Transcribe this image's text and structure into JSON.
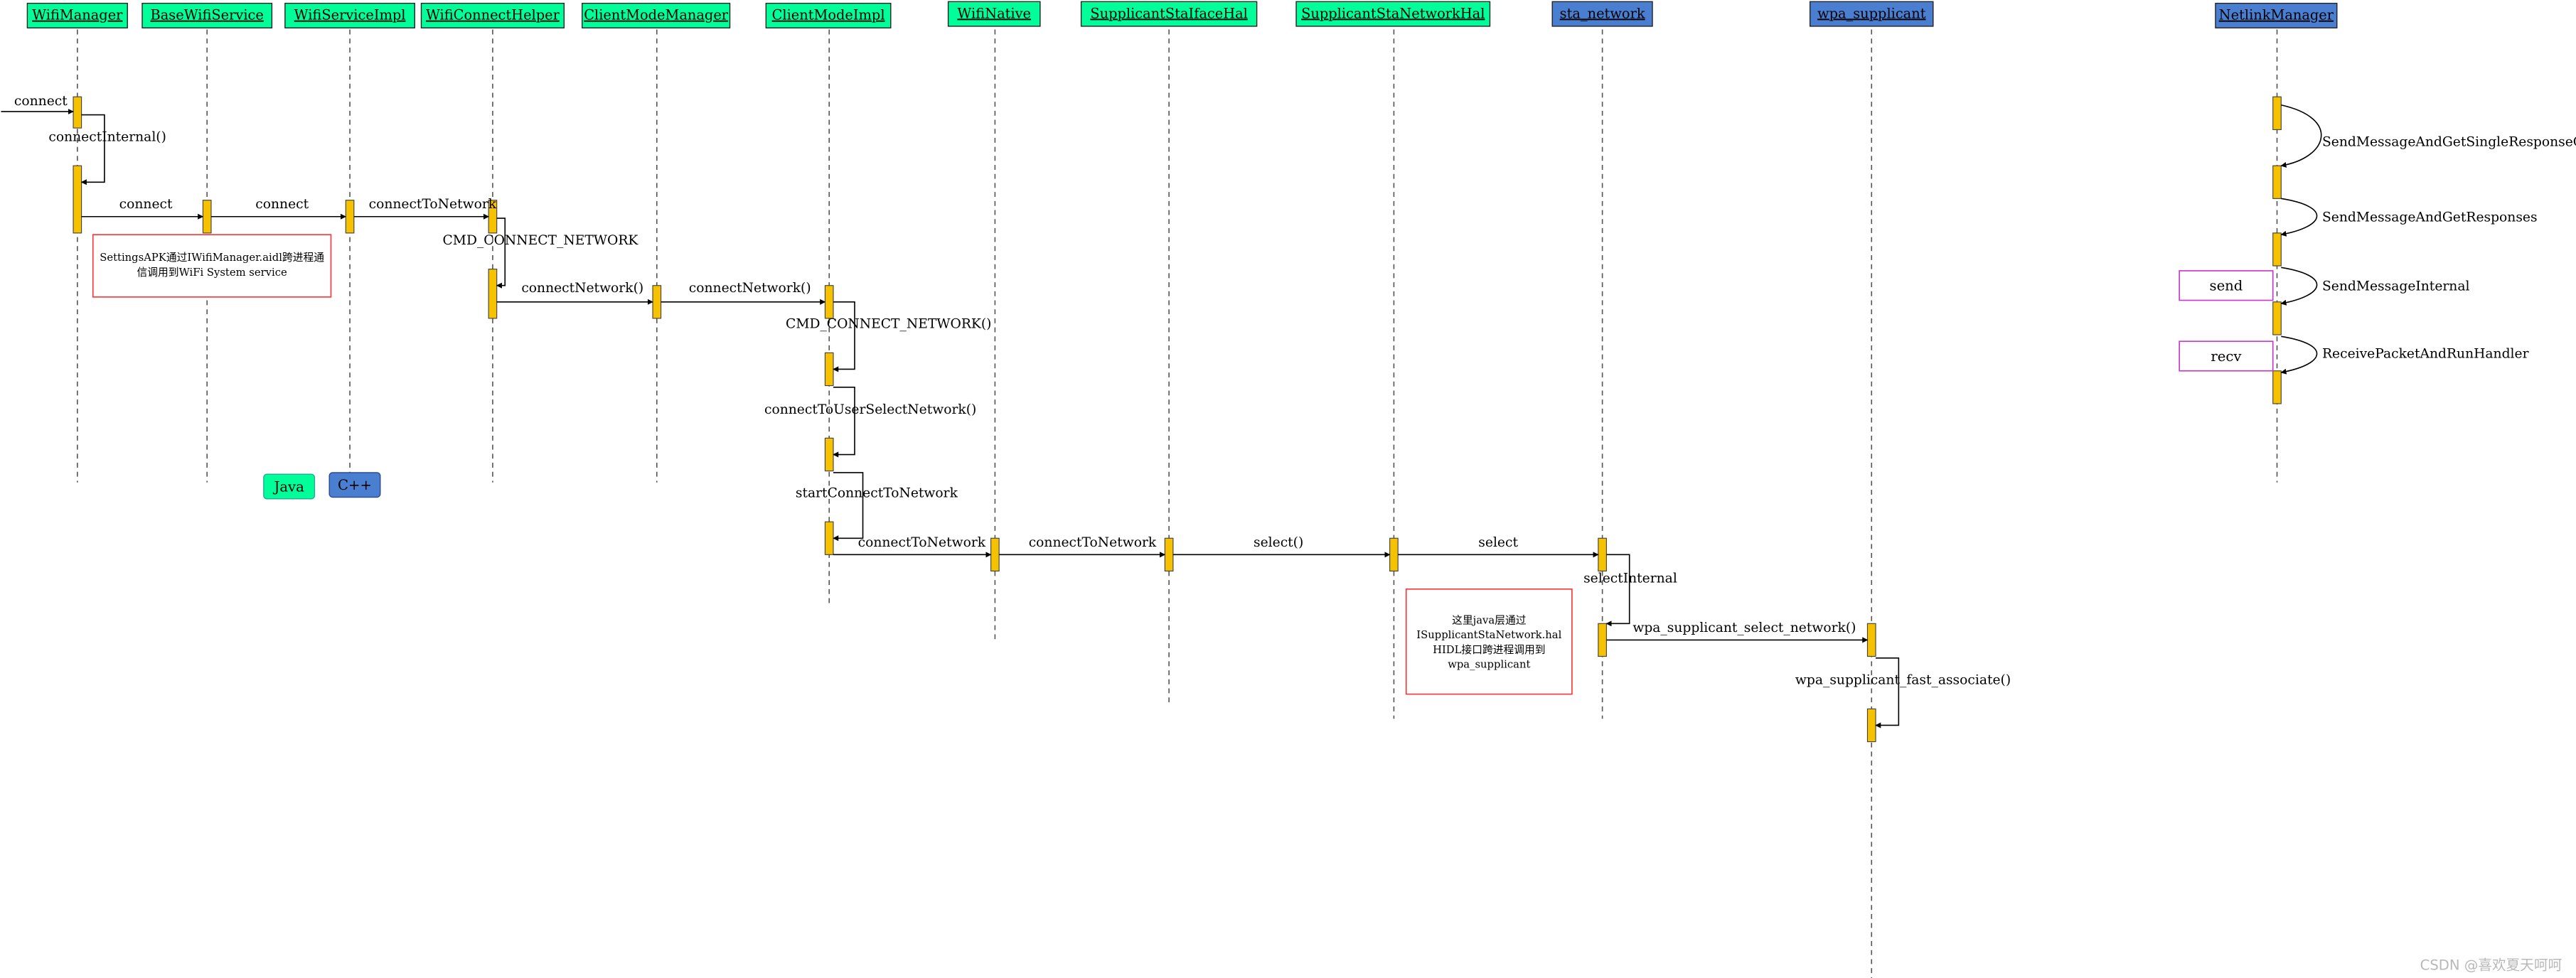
{
  "colors": {
    "java_box": "#00ff99",
    "native_box": "#4a7ed0",
    "activation": "#f6c200",
    "note_border": "#ff3333",
    "netlink_note_border": "#cc33cc",
    "line": "#000000"
  },
  "participants": [
    {
      "id": "wifi_manager",
      "label": "WifiManager",
      "kind": "java"
    },
    {
      "id": "base_wifi_service",
      "label": "BaseWifiService",
      "kind": "java"
    },
    {
      "id": "wifi_service_impl",
      "label": "WifiServiceImpl",
      "kind": "java"
    },
    {
      "id": "wifi_connect_helper",
      "label": "WifiConnectHelper",
      "kind": "java"
    },
    {
      "id": "client_mode_manager",
      "label": "ClientModeManager",
      "kind": "java"
    },
    {
      "id": "client_mode_impl",
      "label": "ClientModeImpl",
      "kind": "java"
    },
    {
      "id": "wifi_native",
      "label": "WifiNative",
      "kind": "java"
    },
    {
      "id": "supplicant_sta_iface_hal",
      "label": "SupplicantStaIfaceHal",
      "kind": "java"
    },
    {
      "id": "supplicant_sta_network_hal",
      "label": "SupplicantStaNetworkHal",
      "kind": "java"
    },
    {
      "id": "sta_network",
      "label": "sta_network",
      "kind": "native"
    },
    {
      "id": "wpa_supplicant",
      "label": "wpa_supplicant",
      "kind": "native"
    },
    {
      "id": "netlink_manager",
      "label": "NetlinkManager",
      "kind": "native"
    }
  ],
  "messages": [
    {
      "id": "m_connect_in",
      "label": "connect"
    },
    {
      "id": "m_connect_internal",
      "label": "connectInternal()"
    },
    {
      "id": "m_connect_1",
      "label": "connect"
    },
    {
      "id": "m_connect_2",
      "label": "connect"
    },
    {
      "id": "m_connect_to_network_1",
      "label": "connectToNetwork"
    },
    {
      "id": "m_cmd_connect_network_1",
      "label": "CMD_CONNECT_NETWORK"
    },
    {
      "id": "m_connect_network_1",
      "label": "connectNetwork()"
    },
    {
      "id": "m_connect_network_2",
      "label": "connectNetwork()"
    },
    {
      "id": "m_cmd_connect_network_2",
      "label": "CMD_CONNECT_NETWORK()"
    },
    {
      "id": "m_connect_to_user_select",
      "label": "connectToUserSelectNetwork()"
    },
    {
      "id": "m_start_connect_to_network",
      "label": "startConnectToNetwork"
    },
    {
      "id": "m_connect_to_network_2",
      "label": "connectToNetwork"
    },
    {
      "id": "m_connect_to_network_3",
      "label": "connectToNetwork"
    },
    {
      "id": "m_select_call",
      "label": "select()"
    },
    {
      "id": "m_select",
      "label": "select"
    },
    {
      "id": "m_select_internal",
      "label": "selectInternal"
    },
    {
      "id": "m_wpa_select_network",
      "label": "wpa_supplicant_select_network()"
    },
    {
      "id": "m_wpa_fast_associate",
      "label": "wpa_supplicant_fast_associate()"
    },
    {
      "id": "m_send_single",
      "label": "SendMessageAndGetSingleResponseOrError"
    },
    {
      "id": "m_send_responses",
      "label": "SendMessageAndGetResponses"
    },
    {
      "id": "m_send_internal",
      "label": "SendMessageInternal"
    },
    {
      "id": "m_receive_packet",
      "label": "ReceivePacketAndRunHandler"
    }
  ],
  "notes": {
    "aidl": [
      "SettingsAPK通过IWifiManager.aidl跨进程通",
      "信调用到WiFi System service"
    ],
    "hidl": [
      "这里java层通过",
      "ISupplicantStaNetwork.hal",
      "HIDL接口跨进程调用到",
      "wpa_supplicant"
    ],
    "send": "send",
    "recv": "recv"
  },
  "legend": {
    "java": "Java",
    "cpp": "C++"
  },
  "watermark": "CSDN @喜欢夏天呵呵"
}
